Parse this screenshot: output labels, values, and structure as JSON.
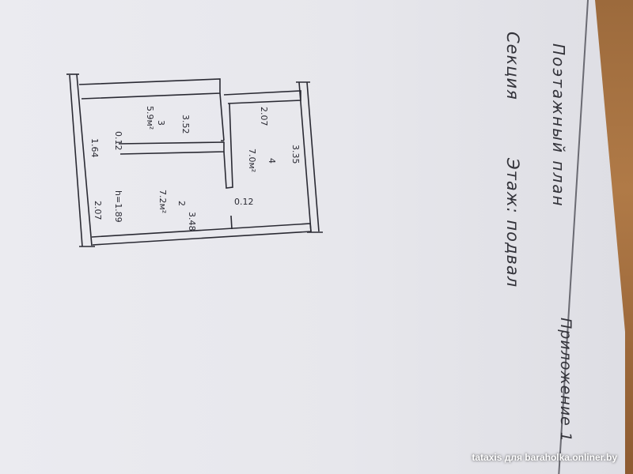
{
  "document": {
    "title": "Поэтажный план",
    "appendix": "Приложение 1",
    "section_label": "Секция",
    "floor_label": "Этаж: подвал"
  },
  "plan": {
    "rooms": [
      {
        "number": "3",
        "area": "5.9м²"
      },
      {
        "number": "4",
        "area": "7.0м²"
      },
      {
        "number": "2",
        "area": "7.2м²"
      }
    ],
    "dimensions": {
      "room3_length": "3.52",
      "room3_small": "0.12",
      "left_width": "1.64",
      "left_width_lower": "2.07",
      "room4_top": "2.07",
      "room4_side": "3.35",
      "room2_length": "3.48",
      "partition": "0.12",
      "height": "h=1.89"
    }
  },
  "watermark": "tataxis для baraholka.onliner.by",
  "colors": {
    "paper": "#e8e8ed",
    "ink": "#2a2a33",
    "wood": "#a0703f",
    "watermark": "#ffffff"
  }
}
